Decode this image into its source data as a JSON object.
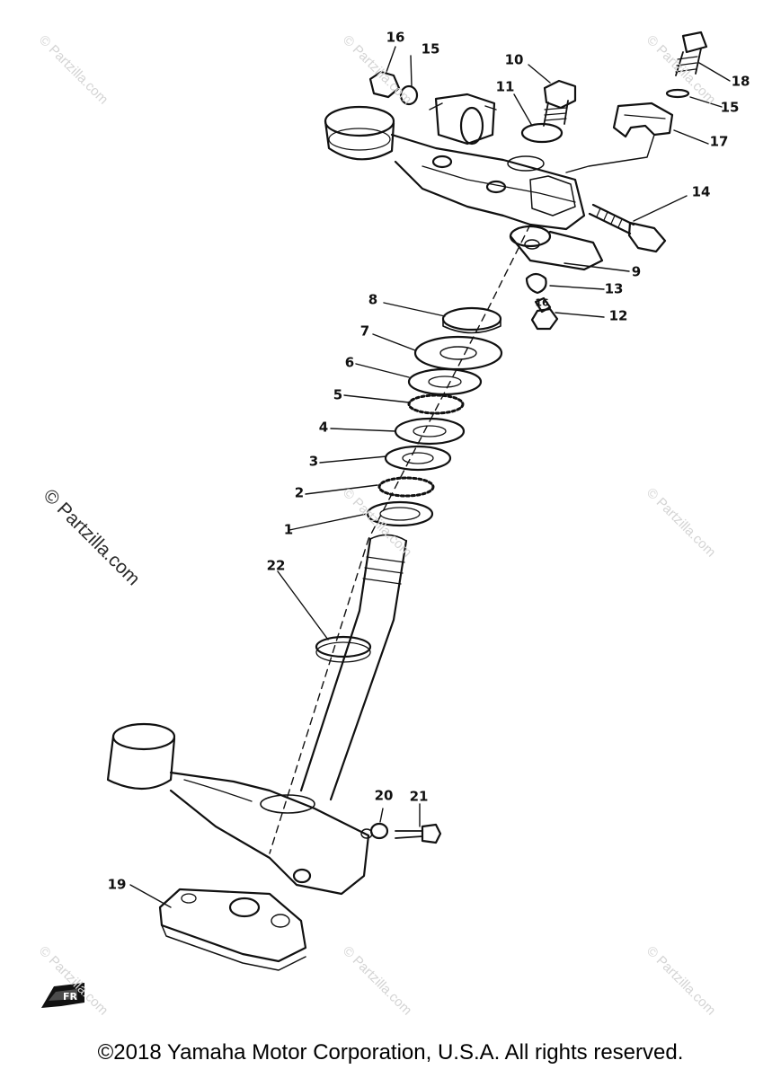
{
  "diagram": {
    "callouts": [
      "1",
      "2",
      "3",
      "4",
      "5",
      "6",
      "7",
      "8",
      "9",
      "10",
      "11",
      "12",
      "13",
      "14",
      "15",
      "15",
      "16",
      "17",
      "18",
      "19",
      "20",
      "21",
      "22",
      "16"
    ],
    "badge_text": "FR"
  },
  "watermark": "© Partzilla.com",
  "copyright": "©2018 Yamaha Motor Corporation, U.S.A. All rights reserved."
}
